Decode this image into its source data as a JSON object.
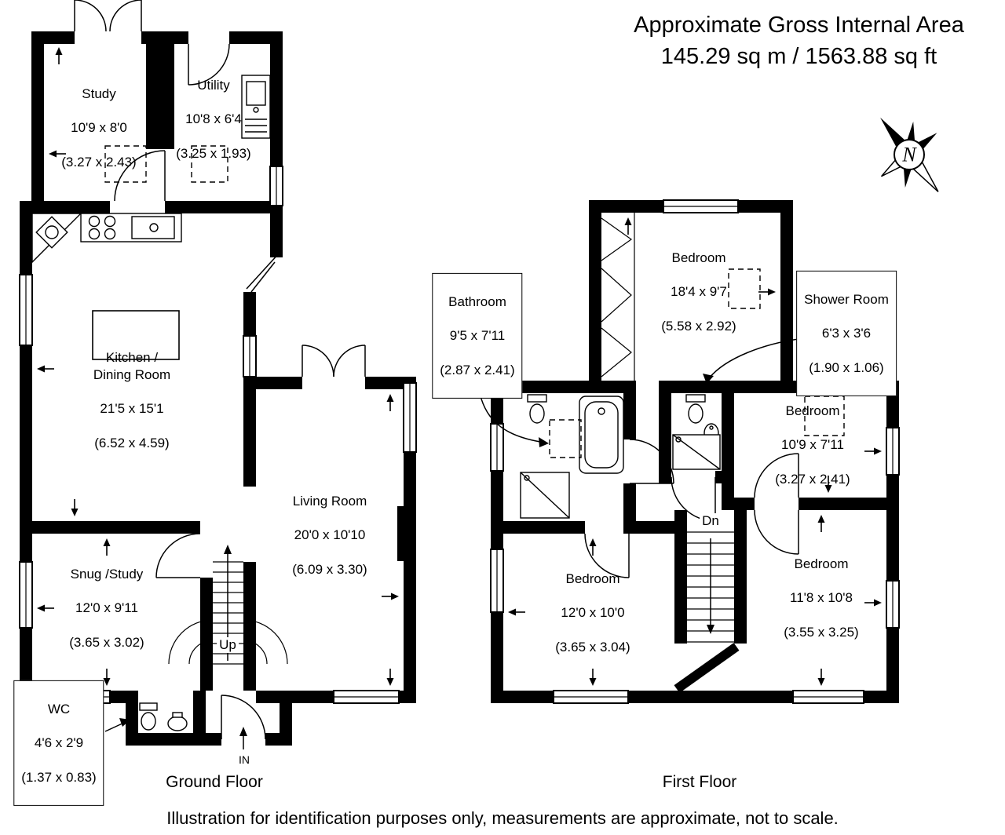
{
  "header": {
    "title": "Approximate Gross Internal Area",
    "area": "145.29 sq m / 1563.88 sq ft"
  },
  "compass": {
    "north": "N"
  },
  "ground_floor": {
    "label": "Ground Floor",
    "stairs_label": "Up",
    "entrance_label": "IN",
    "rooms": {
      "study": {
        "name": "Study",
        "imperial": "10'9 x 8'0",
        "metric": "(3.27 x 2.43)"
      },
      "utility": {
        "name": "Utility",
        "imperial": "10'8 x 6'4",
        "metric": "(3.25 x 1.93)"
      },
      "kitchen_dining": {
        "name": "Kitchen /\nDining Room",
        "imperial": "21'5 x 15'1",
        "metric": "(6.52 x 4.59)"
      },
      "living": {
        "name": "Living Room",
        "imperial": "20'0 x 10'10",
        "metric": "(6.09 x 3.30)"
      },
      "snug": {
        "name": "Snug /Study",
        "imperial": "12'0 x 9'11",
        "metric": "(3.65 x 3.02)"
      },
      "wc": {
        "name": "WC",
        "imperial": "4'6 x 2'9",
        "metric": "(1.37 x 0.83)"
      }
    }
  },
  "first_floor": {
    "label": "First Floor",
    "stairs_label": "Dn",
    "rooms": {
      "bedroom_main": {
        "name": "Bedroom",
        "imperial": "18'4 x 9'7",
        "metric": "(5.58 x 2.92)"
      },
      "bathroom": {
        "name": "Bathroom",
        "imperial": "9'5 x 7'11",
        "metric": "(2.87 x 2.41)"
      },
      "shower_room": {
        "name": "Shower Room",
        "imperial": "6'3 x 3'6",
        "metric": "(1.90 x 1.06)"
      },
      "bedroom_2": {
        "name": "Bedroom",
        "imperial": "10'9 x 7'11",
        "metric": "(3.27 x 2.41)"
      },
      "bedroom_3": {
        "name": "Bedroom",
        "imperial": "12'0 x 10'0",
        "metric": "(3.65 x 3.04)"
      },
      "bedroom_4": {
        "name": "Bedroom",
        "imperial": "11'8 x 10'8",
        "metric": "(3.55 x 3.25)"
      }
    }
  },
  "footer": {
    "disclaimer": "Illustration for identification purposes only, measurements are approximate, not to scale."
  },
  "colors": {
    "ink": "#000000",
    "background": "#ffffff"
  }
}
